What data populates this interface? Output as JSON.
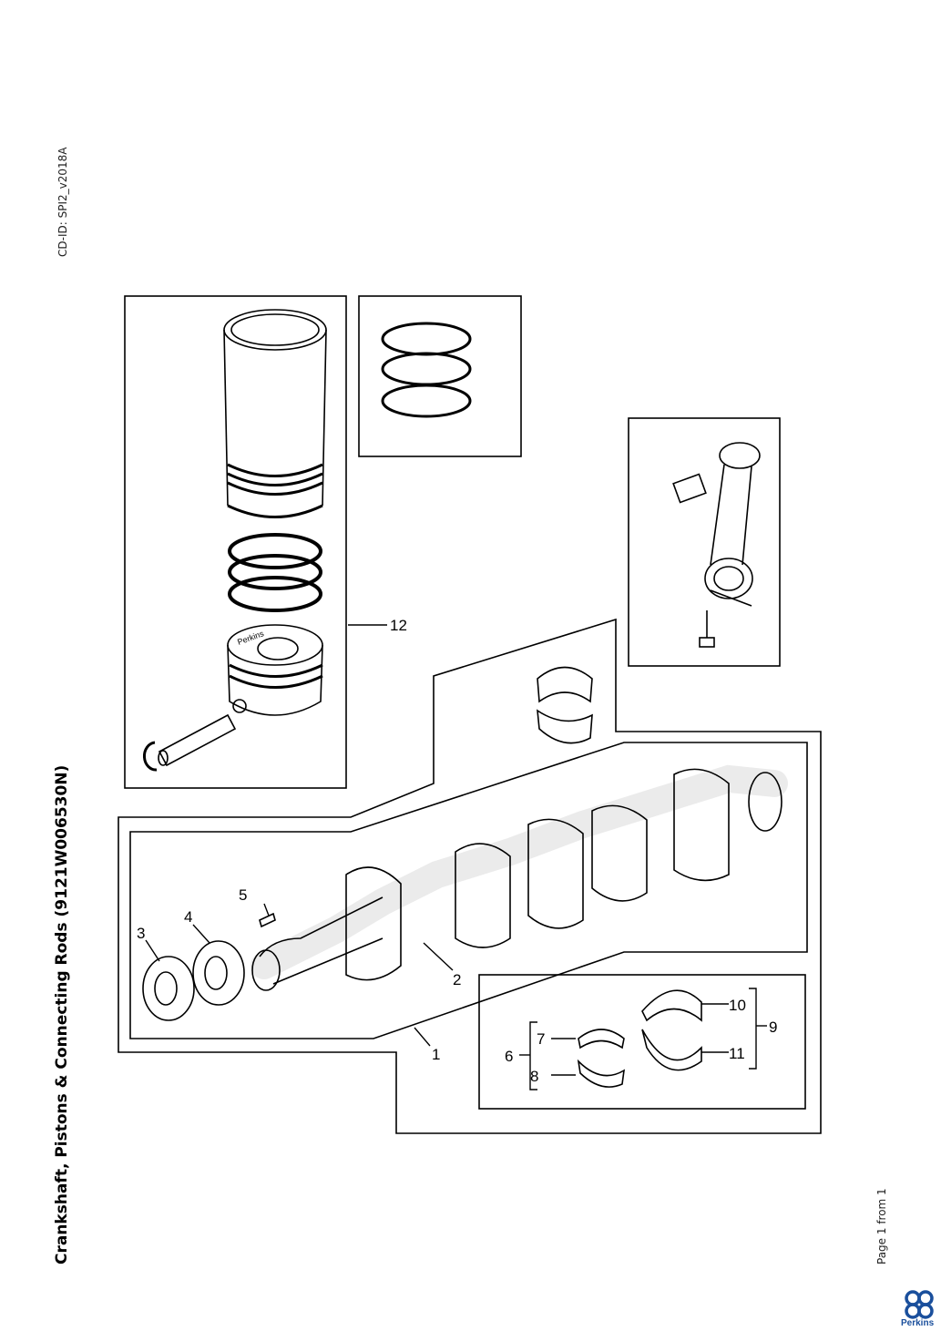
{
  "document": {
    "title": "Crankshaft, Pistons & Connecting Rods (9121W006530N)",
    "cd_id": "CD-ID: SPI2_v2018A",
    "page_info": "Page 1 from 1",
    "logo_text": "Perkins",
    "brand_color": "#1a4f9c"
  },
  "diagram": {
    "callouts": [
      "1",
      "2",
      "3",
      "4",
      "5",
      "6",
      "7",
      "8",
      "9",
      "10",
      "11",
      "12"
    ],
    "piston_marking": "Perkins"
  }
}
